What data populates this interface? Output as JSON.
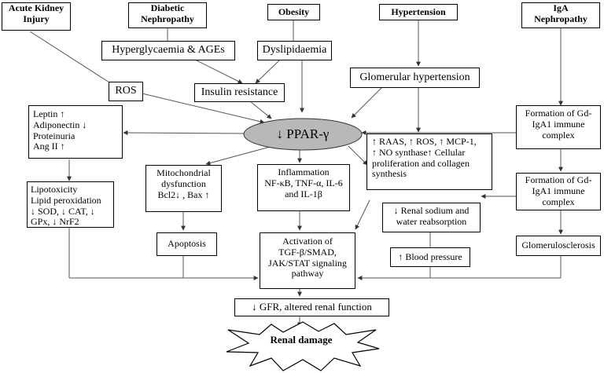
{
  "nodes": {
    "aki": "Acute Kidney\nInjury",
    "diabetic": "Diabetic\nNephropathy",
    "obesity": "Obesity",
    "hypertension": "Hypertension",
    "iga": "IgA\nNephropathy",
    "hyperglycaemia": "Hyperglycaemia & AGEs",
    "dyslipidaemia": "Dyslipidaemia",
    "glomerular_hypertension": "Glomerular hypertension",
    "ros": "ROS",
    "insulin_resistance": "Insulin resistance",
    "ppar": "↓ PPAR-γ",
    "leptin": "Leptin ↑\nAdiponectin ↓\nProteinuria\nAng II ↑",
    "gd_iga_1": "Formation of Gd-\nIgA1 immune\ncomplex",
    "raas": "↑ RAAS, ↑ ROS, ↑  MCP-1,\n↑ NO synthase↑ Cellular\nproliferation and   collagen\nsynthesis",
    "mito": "Mitochondrial\ndysfunction\nBcl2↓  , Bax ↑",
    "inflammation": "Inflammation\nNF-κB, TNF-α, IL-6\nand IL-1β",
    "lipotoxicity": "Lipotoxicity\nLipid peroxidation\n↓ SOD, ↓ CAT, ↓\nGPx, ↓ NrF2",
    "gd_iga_2": "Formation of Gd-\nIgA1 immune\ncomplex",
    "renal_sodium": "↓ Renal sodium and\nwater reabsorption",
    "blood_pressure": "↑ Blood pressure",
    "apoptosis": "Apoptosis",
    "activation": "Activation of\nTGF-β/SMAD,\nJAK/STAT signaling\npathway",
    "glomerulosclerosis": "Glomerulosclerosis",
    "gfr": "↓ GFR, altered renal function",
    "renal_damage": "Renal damage"
  },
  "colors": {
    "ppar_fill": "#b8b8b8",
    "line": "#555555"
  }
}
